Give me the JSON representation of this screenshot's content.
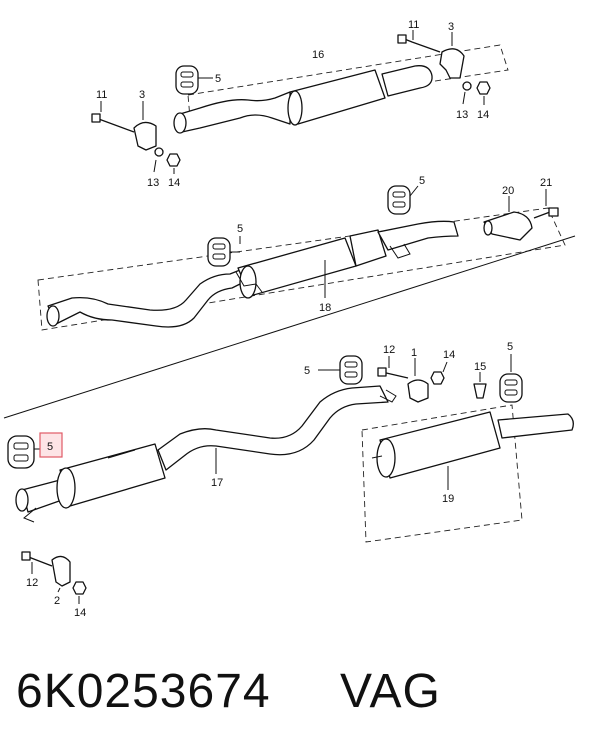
{
  "caption": {
    "part_number": "6K0253674",
    "brand": "VAG"
  },
  "highlight_color": "#e05a66",
  "callouts": {
    "c11a": "11",
    "c3a": "3",
    "c16": "16",
    "c5a": "5",
    "c11b": "11",
    "c3b": "3",
    "c13a": "13",
    "c14a": "14",
    "c13b": "13",
    "c14b": "14",
    "c5b": "5",
    "c20": "20",
    "c21": "21",
    "c5c": "5",
    "c18": "18",
    "c12a": "12",
    "c1": "1",
    "c14c": "14",
    "c5d": "5",
    "c5e": "5",
    "c15": "15",
    "c5f": "5",
    "c17": "17",
    "c19": "19",
    "c12b": "12",
    "c2": "2",
    "c14d": "14"
  }
}
